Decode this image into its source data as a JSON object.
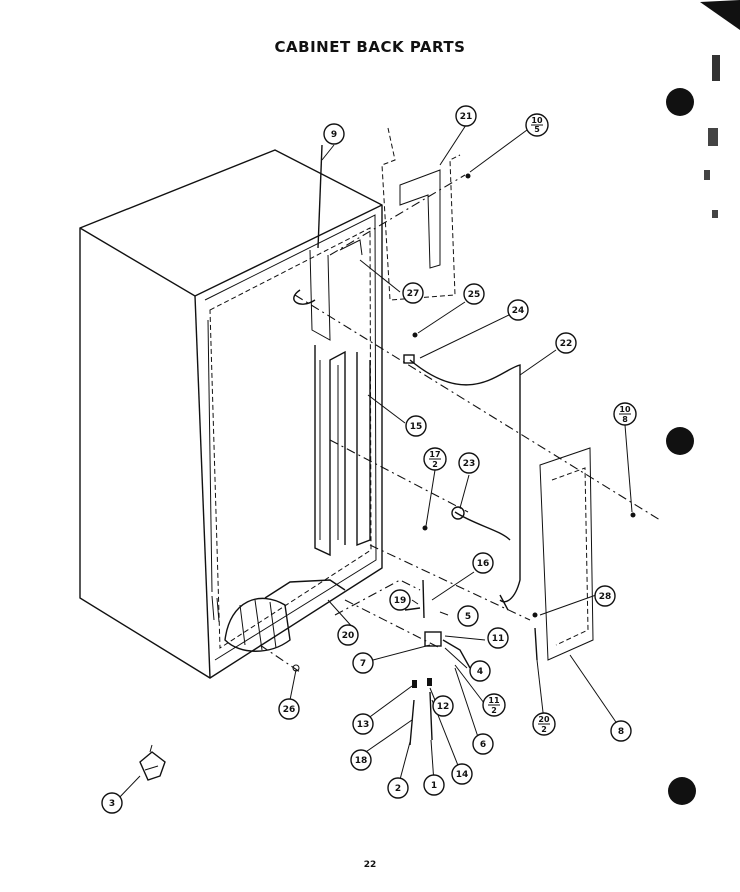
{
  "title": "CABINET BACK PARTS",
  "page_number": "22",
  "callouts": [
    "21",
    "10/5",
    "9",
    "27",
    "25",
    "24",
    "22",
    "15",
    "10/8",
    "17/2",
    "23",
    "16",
    "28",
    "19",
    "5",
    "20",
    "11",
    "7",
    "4",
    "11/2",
    "26",
    "13",
    "12",
    "20/2",
    "8",
    "6",
    "18",
    "2",
    "1",
    "14",
    "3"
  ]
}
